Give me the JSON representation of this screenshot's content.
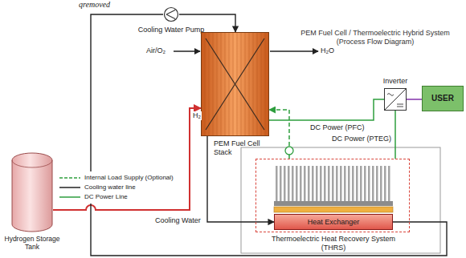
{
  "diagram": {
    "title": "PEM Fuel Cell / Thermoelectric Hybrid System (Process Flow Diagram)",
    "nodes": [
      {
        "text": [
          "Cooling Water Pump"
        ]
      },
      {
        "text": [
          "PEM Fuel Cell Stack"
        ]
      },
      {
        "text": [
          "Inverter"
        ]
      },
      {
        "text": [
          "USER"
        ]
      },
      {
        "text": [
          "Hydrogen Storage Tank"
        ]
      },
      {
        "text": [
          "Thermoelectric Heat Recovery System (THRS)"
        ]
      },
      {
        "text": [
          "Heat Exchanger"
        ],
        "in": 5
      }
    ],
    "edges": [
      {
        "from": 4,
        "to": 1,
        "label": "H₂",
        "arrow": "to"
      },
      {
        "from": 0,
        "to": 1,
        "arrow": "to"
      },
      {
        "from": 1,
        "to": 6,
        "label": "Cooling Water",
        "arrow": "to"
      },
      {
        "from": 6,
        "to": 0,
        "arrow": "none"
      },
      {
        "from": 1,
        "to": 2,
        "label": "DC Power (PFC)",
        "arrow": "none"
      },
      {
        "from": 5,
        "to": 2,
        "label": "DC Power (PTEG)",
        "arrow": "none"
      },
      {
        "from": 5,
        "to": 1,
        "arrow": "to"
      },
      {
        "from": 2,
        "to": 3,
        "arrow": "none"
      }
    ],
    "labels": [
      "qremoved",
      "Air/O₂",
      "H₂O"
    ],
    "legend": [
      {
        "text": "Internal Load Supply (Optional)"
      },
      {
        "text": "Cooling water line"
      },
      {
        "text": "DC Power Line"
      }
    ]
  }
}
